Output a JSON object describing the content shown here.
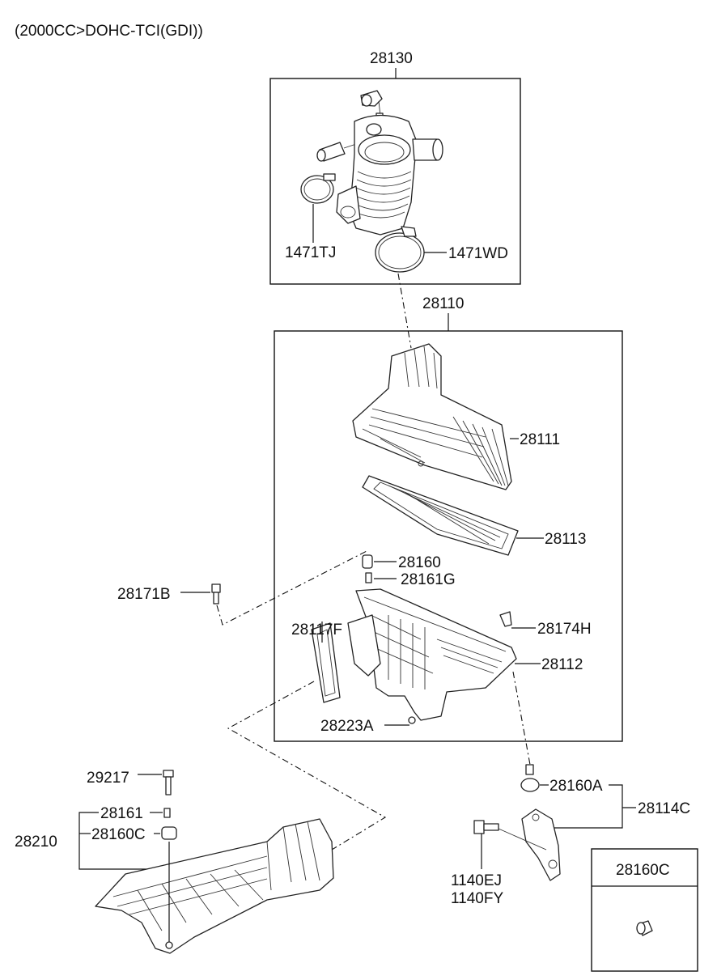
{
  "header": {
    "engine_spec": "(2000CC>DOHC-TCI(GDI))"
  },
  "callouts": {
    "p28130": "28130",
    "p1471TJ": "1471TJ",
    "p1471WD": "1471WD",
    "p28110": "28110",
    "p28111": "28111",
    "p28113": "28113",
    "p28160": "28160",
    "p28161G": "28161G",
    "p28171B": "28171B",
    "p28117F": "28117F",
    "p28174H": "28174H",
    "p28112": "28112",
    "p28223A": "28223A",
    "p29217": "29217",
    "p28161": "28161",
    "p28210": "28210",
    "p28160C": "28160C",
    "p28160A": "28160A",
    "p28114C": "28114C",
    "p1140EJ": "1140EJ",
    "p1140FY": "1140FY"
  },
  "inset": {
    "title": "28160C"
  }
}
